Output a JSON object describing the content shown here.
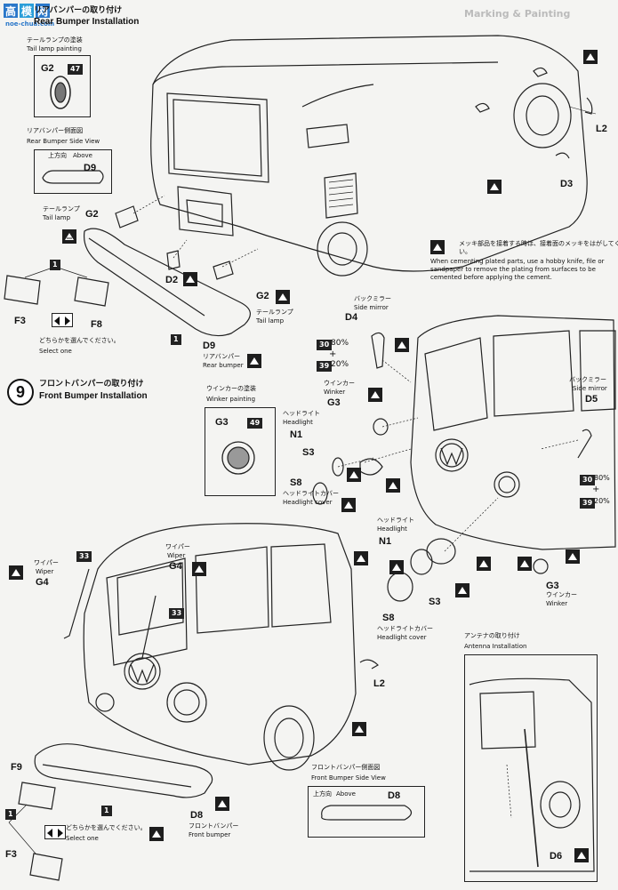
{
  "watermark": {
    "site": "noe-chua.com",
    "bg_title": "Marking & Painting"
  },
  "rear": {
    "title_jp": "リアバンパーの取り付け",
    "title_en": "Rear Bumper Installation",
    "tail_paint_jp": "テールランプの塗装",
    "tail_paint_en": "Tail lamp painting",
    "tail_part": "G2",
    "tail_color": "47",
    "side_view_jp": "リアバンパー側面図",
    "side_view_en": "Rear Bumper Side View",
    "above_jp": "上方向",
    "above_en": "Above",
    "side_part": "D9",
    "tail_lamp_jp": "テールランプ",
    "tail_lamp_en": "Tail lamp",
    "g2_left": "G2",
    "g2_right": "G2",
    "tail_lamp2_jp": "テールランプ",
    "tail_lamp2_en": "Tail lamp",
    "d2": "D2",
    "f3": "F3",
    "f8": "F8",
    "one": "1",
    "one_b": "1",
    "select_jp": "どちらかを選んでください。",
    "select_en": "Select one",
    "d9": "D9",
    "rear_bumper_jp": "リアバンパー",
    "rear_bumper_en": "Rear bumper",
    "l2": "L2",
    "d3": "D3"
  },
  "plating_note": {
    "jp": "メッキ部品を接着する時は、接着面のメッキをはがしてください。",
    "en": "When cementing plated parts, use a hobby knife, file or sandpaper to remove the plating from surfaces to be cemented before applying the cement."
  },
  "mirror_left": {
    "jp": "バックミラー",
    "en": "Side mirror",
    "part": "D4",
    "mix1_code": "30",
    "mix1_pct": "80%",
    "plus": "+",
    "mix2_code": "39",
    "mix2_pct": "20%"
  },
  "mirror_right": {
    "jp": "バックミラー",
    "en": "Side mirror",
    "part": "D5",
    "mix1_code": "30",
    "mix1_pct": "80%",
    "plus": "+",
    "mix2_code": "39",
    "mix2_pct": "20%"
  },
  "front": {
    "step": "9",
    "title_jp": "フロントバンパーの取り付け",
    "title_en": "Front Bumper Installation",
    "winker_paint_jp": "ウインカーの塗装",
    "winker_paint_en": "Winker painting",
    "winker_part": "G3",
    "winker_color": "49",
    "winker_jp": "ウインカー",
    "winker_en": "Winker",
    "g3": "G3",
    "headlight_jp": "ヘッドライト",
    "headlight_en": "Headlight",
    "n1": "N1",
    "s3": "S3",
    "s8": "S8",
    "cover_jp": "ヘッドライトカバー",
    "cover_en": "Headlight cover",
    "headlight2_jp": "ヘッドライト",
    "headlight2_en": "Headlight",
    "n1_b": "N1",
    "s3_b": "S3",
    "s8_b": "S8",
    "cover2_jp": "ヘッドライトカバー",
    "cover2_en": "Headlight cover",
    "g3_b": "G3",
    "winker2_jp": "ウインカー",
    "winker2_en": "Winker",
    "wiper_jp": "ワイパー",
    "wiper_en": "Wiper",
    "g4": "G4",
    "c33": "33",
    "wiper2_jp": "ワイパー",
    "wiper2_en": "Wiper",
    "g4_b": "G4",
    "c33_b": "33",
    "l2": "L2",
    "f9": "F9",
    "one": "1",
    "one_b": "1",
    "select_jp": "どちらかを選んでください。",
    "select_en": "Select one",
    "f3": "F3",
    "d8": "D8",
    "front_bumper_jp": "フロントバンパー",
    "front_bumper_en": "Front bumper",
    "side_view_jp": "フロントバンパー側面図",
    "side_view_en": "Front Bumper Side View",
    "above_jp": "上方向",
    "above_en": "Above",
    "side_part": "D8"
  },
  "antenna": {
    "title_jp": "アンテナの取り付け",
    "title_en": "Antenna Installation",
    "d6": "D6"
  }
}
